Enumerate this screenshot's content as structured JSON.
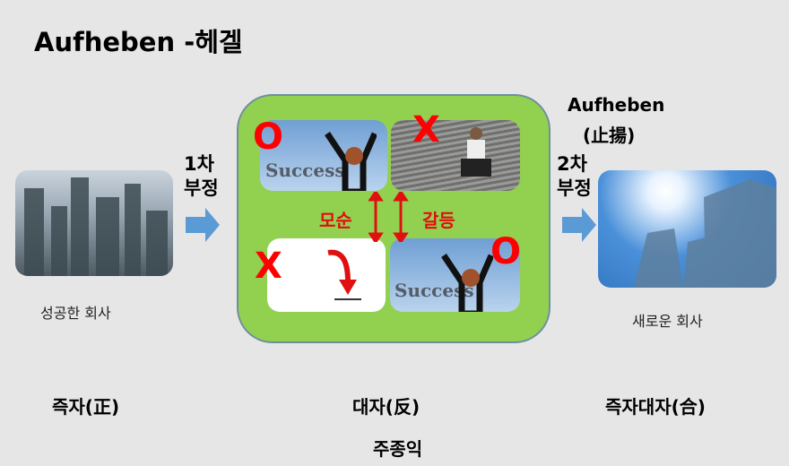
{
  "title": "Aufheben -헤겔",
  "left": {
    "step": [
      "1차",
      "부정"
    ],
    "caption": "성공한 회사",
    "label": "즉자(正)"
  },
  "middle": {
    "label": "대자(反)",
    "contradiction": "모순",
    "conflict": "갈등",
    "success_text": "Success",
    "marks": {
      "o": "O",
      "x": "X"
    }
  },
  "right": {
    "heading": "Aufheben",
    "heading_sub": "(止揚)",
    "step": [
      "2차",
      "부정"
    ],
    "caption": "새로운 회사",
    "label": "즉자대자(合)"
  },
  "author": "주종익",
  "colors": {
    "green": "#92d050",
    "red": "#ff0000",
    "arrow": "#5b9bd5"
  }
}
